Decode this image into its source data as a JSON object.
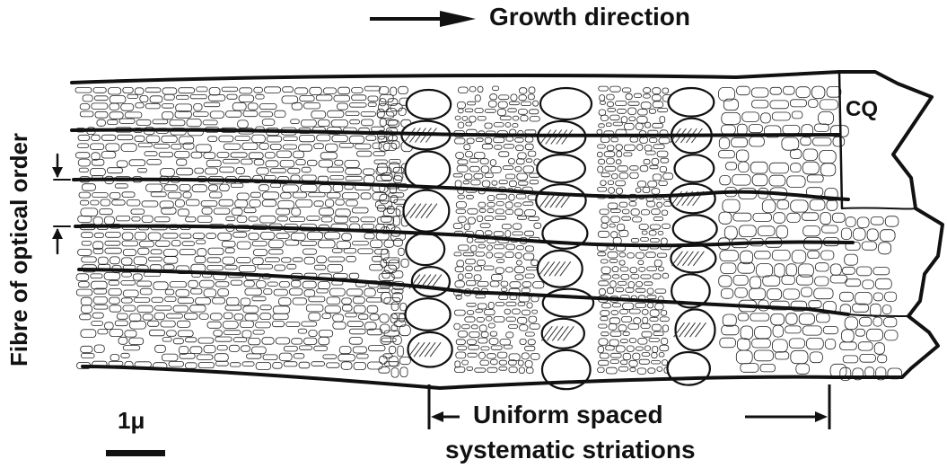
{
  "labels": {
    "growth_direction": "Growth direction",
    "cq": "CQ",
    "fibre": "Fibre of optical order",
    "scale": "1μ",
    "striations_line1": "Uniform spaced",
    "striations_line2": "systematic striations"
  },
  "colors": {
    "ink": "#111111",
    "background": "#ffffff"
  }
}
